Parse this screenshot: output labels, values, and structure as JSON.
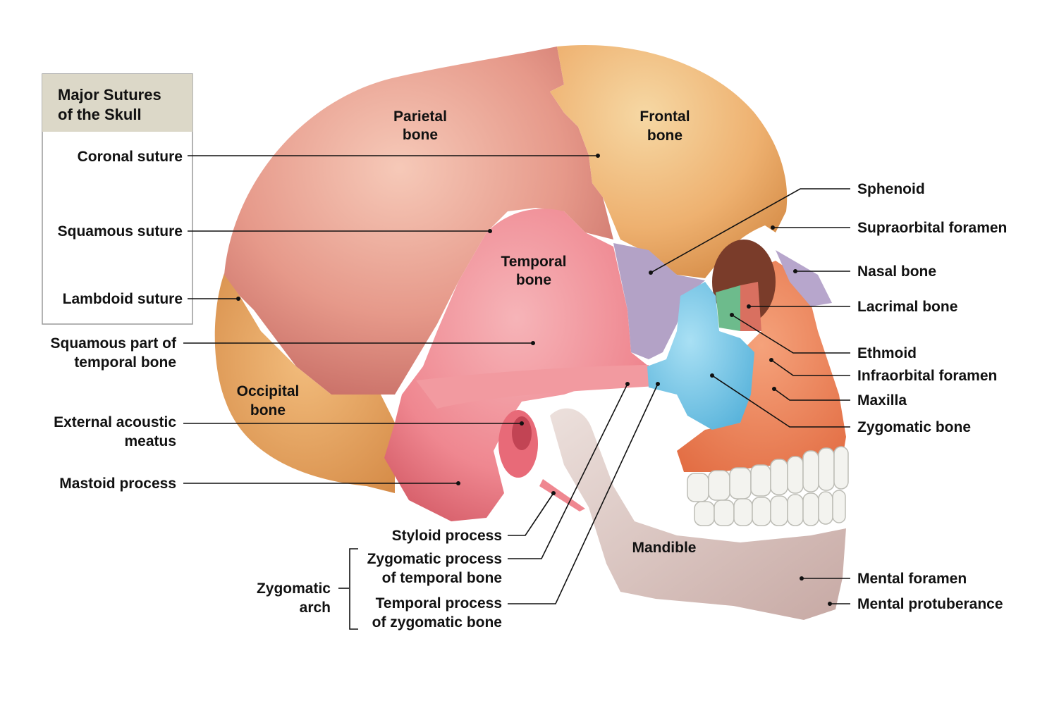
{
  "suture_box": {
    "title_line1": "Major Sutures",
    "title_line2": "of the Skull"
  },
  "bones": {
    "parietal": [
      "Parietal",
      "bone"
    ],
    "frontal": [
      "Frontal",
      "bone"
    ],
    "temporal": [
      "Temporal",
      "bone"
    ],
    "occipital": [
      "Occipital",
      "bone"
    ],
    "mandible": "Mandible"
  },
  "left_labels": {
    "coronal": "Coronal suture",
    "squamous": "Squamous suture",
    "lambdoid": "Lambdoid suture",
    "squamous_part": [
      "Squamous part of",
      "temporal bone"
    ],
    "ext_acoustic": [
      "External acoustic",
      "meatus"
    ],
    "mastoid": "Mastoid process"
  },
  "bottom_labels": {
    "styloid": "Styloid process",
    "zyg_process_temporal": [
      "Zygomatic process",
      "of temporal bone"
    ],
    "temporal_process_zyg": [
      "Temporal process",
      "of zygomatic bone"
    ],
    "zygomatic_arch": [
      "Zygomatic",
      "arch"
    ]
  },
  "right_labels": {
    "sphenoid": "Sphenoid",
    "supraorbital": "Supraorbital foramen",
    "nasal": "Nasal bone",
    "lacrimal": "Lacrimal bone",
    "ethmoid": "Ethmoid",
    "infraorbital": "Infraorbital foramen",
    "maxilla": "Maxilla",
    "zygomatic": "Zygomatic bone",
    "mental_foramen": "Mental foramen",
    "mental_protuberance": "Mental protuberance"
  },
  "colors": {
    "parietal": "#e9a48f",
    "frontal": "#edb070",
    "temporal": "#f08c92",
    "occipital": "#e8a55c",
    "sphenoid": "#b3a2c6",
    "zygomatic": "#7ec9e8",
    "maxilla": "#f08a5c",
    "mandible": "#d9c6c2",
    "ethmoid": "#6dbb8c",
    "nasal": "#b7a6cc"
  }
}
